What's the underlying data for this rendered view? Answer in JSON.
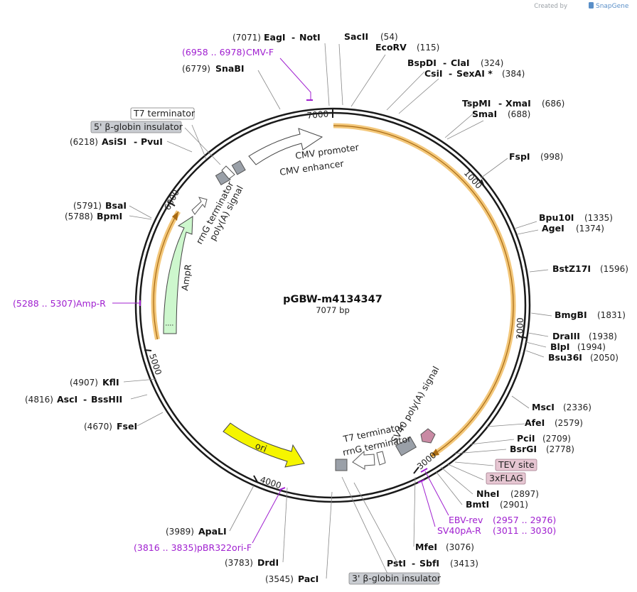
{
  "credit": {
    "text": "Created by",
    "brand": "SnapGene"
  },
  "plasmid": {
    "name": "pGBW-m4134347",
    "length": "7077 bp"
  },
  "ticks": [
    "1000",
    "2000",
    "3000",
    "4000",
    "5000",
    "6000",
    "7000"
  ],
  "colors": {
    "backbone": "#1a1a1a",
    "orf_highlight": "#f3c77a",
    "orf_line": "#a86a12",
    "ampr": "#cdf7cd",
    "ori": "#f5f500",
    "primer": "#a020d0",
    "terminator": "#9aa0a8",
    "pink_label": "#e6c6d2"
  },
  "sites_right": [
    {
      "pos": "(54)",
      "name": "SacII"
    },
    {
      "pos": "(115)",
      "name": "EcoRV"
    },
    {
      "pos": "(324)",
      "name": "BspDI",
      "name2": "ClaI"
    },
    {
      "pos": "(384)",
      "name": "CsiI",
      "name2": "SexAI *"
    },
    {
      "pos": "(686)",
      "name": "TspMI",
      "name2": "XmaI"
    },
    {
      "pos": "(688)",
      "name": "SmaI"
    },
    {
      "pos": "(998)",
      "name": "FspI"
    },
    {
      "pos": "(1335)",
      "name": "Bpu10I"
    },
    {
      "pos": "(1374)",
      "name": "AgeI"
    },
    {
      "pos": "(1596)",
      "name": "BstZ17I"
    },
    {
      "pos": "(1831)",
      "name": "BmgBI"
    },
    {
      "pos": "(1938)",
      "name": "DraIII"
    },
    {
      "pos": "(1994)",
      "name": "BlpI"
    },
    {
      "pos": "(2050)",
      "name": "Bsu36I"
    },
    {
      "pos": "(2336)",
      "name": "MscI"
    },
    {
      "pos": "(2579)",
      "name": "AfeI"
    },
    {
      "pos": "(2709)",
      "name": "PciI"
    },
    {
      "pos": "(2778)",
      "name": "BsrGI"
    },
    {
      "pos": "(2897)",
      "name": "NheI"
    },
    {
      "pos": "(2901)",
      "name": "BmtI"
    },
    {
      "pos": "(3076)",
      "name": "MfeI"
    },
    {
      "pos": "(3413)",
      "name": "PstI",
      "name2": "SbfI"
    }
  ],
  "sites_left": [
    {
      "pos": "(7071)",
      "name": "EagI",
      "name2": "NotI"
    },
    {
      "pos": "(6779)",
      "name": "SnaBI"
    },
    {
      "pos": "(6218)",
      "name": "AsiSI",
      "name2": "PvuI"
    },
    {
      "pos": "(5791)",
      "name": "BsaI"
    },
    {
      "pos": "(5788)",
      "name": "BpmI"
    },
    {
      "pos": "(4907)",
      "name": "KflI"
    },
    {
      "pos": "(4816)",
      "name": "AscI",
      "name2": "BssHII"
    },
    {
      "pos": "(4670)",
      "name": "FseI"
    },
    {
      "pos": "(3989)",
      "name": "ApaLI"
    },
    {
      "pos": "(3783)",
      "name": "DrdI"
    },
    {
      "pos": "(3545)",
      "name": "PacI"
    }
  ],
  "primers": [
    {
      "pos": "(6958 .. 6978)",
      "name": "CMV-F"
    },
    {
      "pos": "(5288 .. 5307)",
      "name": "Amp-R"
    },
    {
      "pos": "(3816 .. 3835)",
      "name": "pBR322ori-F"
    },
    {
      "pos": "(2957 .. 2976)",
      "name": "EBV-rev"
    },
    {
      "pos": "(3011 .. 3030)",
      "name": "SV40pA-R"
    }
  ],
  "boxed_labels": {
    "t7_top": "T7 terminator",
    "globin5": "5' β-globin insulator",
    "tev": "TEV site",
    "flag": "3xFLAG",
    "globin3": "3' β-globin insulator"
  },
  "features": {
    "cmv_promoter": "CMV promoter",
    "cmv_enhancer": "CMV enhancer",
    "rrng_top": "rrnG terminator",
    "polya_top": "poly(A) signal",
    "ampr": "AmpR",
    "ori": "ori",
    "t7_bottom": "T7 terminator",
    "rrng_bottom": "rrnG terminator",
    "sv40": "SV40 poly(A) signal"
  }
}
